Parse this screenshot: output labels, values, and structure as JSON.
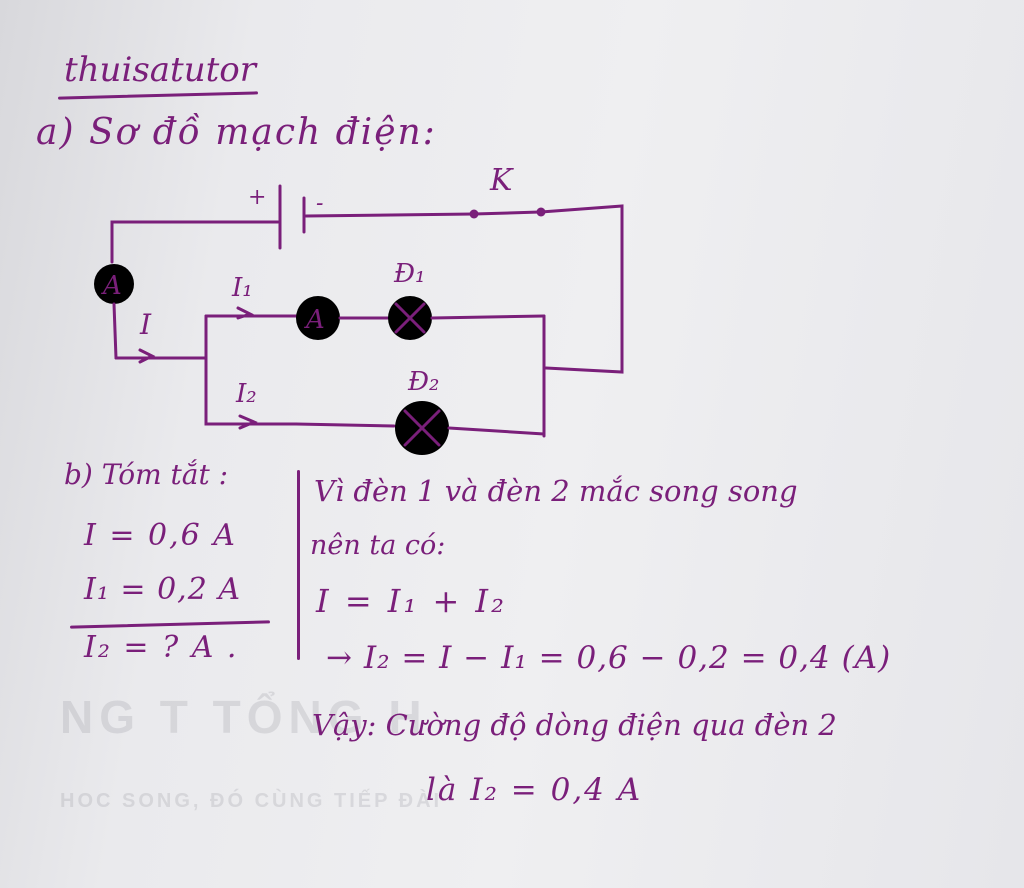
{
  "title": "thuisatutor",
  "part_a": {
    "heading": "a) Sơ đồ mạch điện:"
  },
  "circuit": {
    "battery_plus": "+",
    "battery_minus": "-",
    "switch_label": "K",
    "main_ammeter": "A",
    "branch_ammeter": "A",
    "current_main": "I",
    "current_1": "I₁",
    "current_2": "I₂",
    "lamp_1": "Đ₁",
    "lamp_2": "Đ₂"
  },
  "part_b": {
    "heading": "b) Tóm tắt :",
    "given": [
      "I = 0,6 A",
      "I₁ = 0,2 A",
      "I₂ = ? A ."
    ],
    "solution": [
      "Vì đèn 1 và đèn 2 mắc song song",
      "nên ta có:",
      "I = I₁ + I₂",
      "→ I₂ = I − I₁ = 0,6 − 0,2 = 0,4 (A)",
      "Vậy: Cường độ dòng điện qua đèn 2",
      "là I₂ = 0,4 A"
    ]
  },
  "background_print": {
    "line_1": "NG T   TỔNG H",
    "line_2": "HOC SONG, ĐÓ CÙNG TIẾP ĐÀI"
  }
}
